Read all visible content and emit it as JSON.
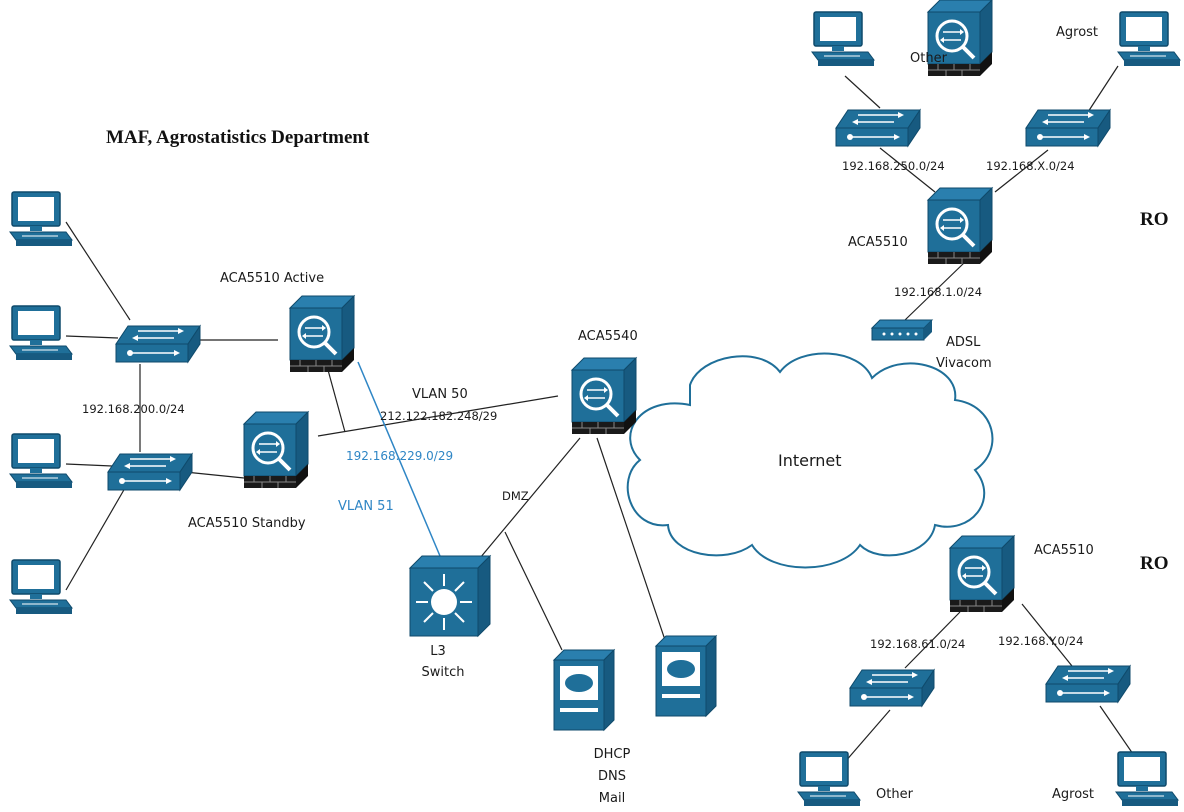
{
  "title": "MAF, Agrostatistics Department",
  "remote_labels": [
    "RO",
    "RO"
  ],
  "devices": {
    "asa_active": "ACA5510 Active",
    "asa_standby": "ACA5510 Standby",
    "asa_core": "ACA5540",
    "asa_remote_top": "ACA5510",
    "asa_remote_bottom": "ACA5510",
    "l3_switch": [
      "L3",
      "Switch"
    ],
    "servers": [
      "DHCP",
      "DNS",
      "Mail"
    ],
    "adsl": [
      "ADSL",
      "Vivacom"
    ],
    "internet": "Internet"
  },
  "hosts": {
    "top_other": "Other",
    "top_agrost": "Agrost",
    "bottom_other": "Other",
    "bottom_agrost": "Agrost"
  },
  "networks": {
    "lan_main": "192.168.200.0/24",
    "vlan50": "VLAN 50",
    "vlan50_subnet": "212.122.182.248/29",
    "vlan51": "VLAN 51",
    "vlan51_subnet": "192.168.229.0/29",
    "dmz": "DMZ",
    "ro1_a": "192.168.250.0/24",
    "ro1_b": "192.168.X.0/24",
    "ro1_wan": "192.168.1.0/24",
    "ro2_a": "192.168.61.0/24",
    "ro2_b": "192.168.Y.0/24"
  },
  "colors": {
    "device": "#1f6f99",
    "device_dark": "#0f4a6b",
    "vlan51_link": "#2f86c5",
    "link": "#222222"
  }
}
